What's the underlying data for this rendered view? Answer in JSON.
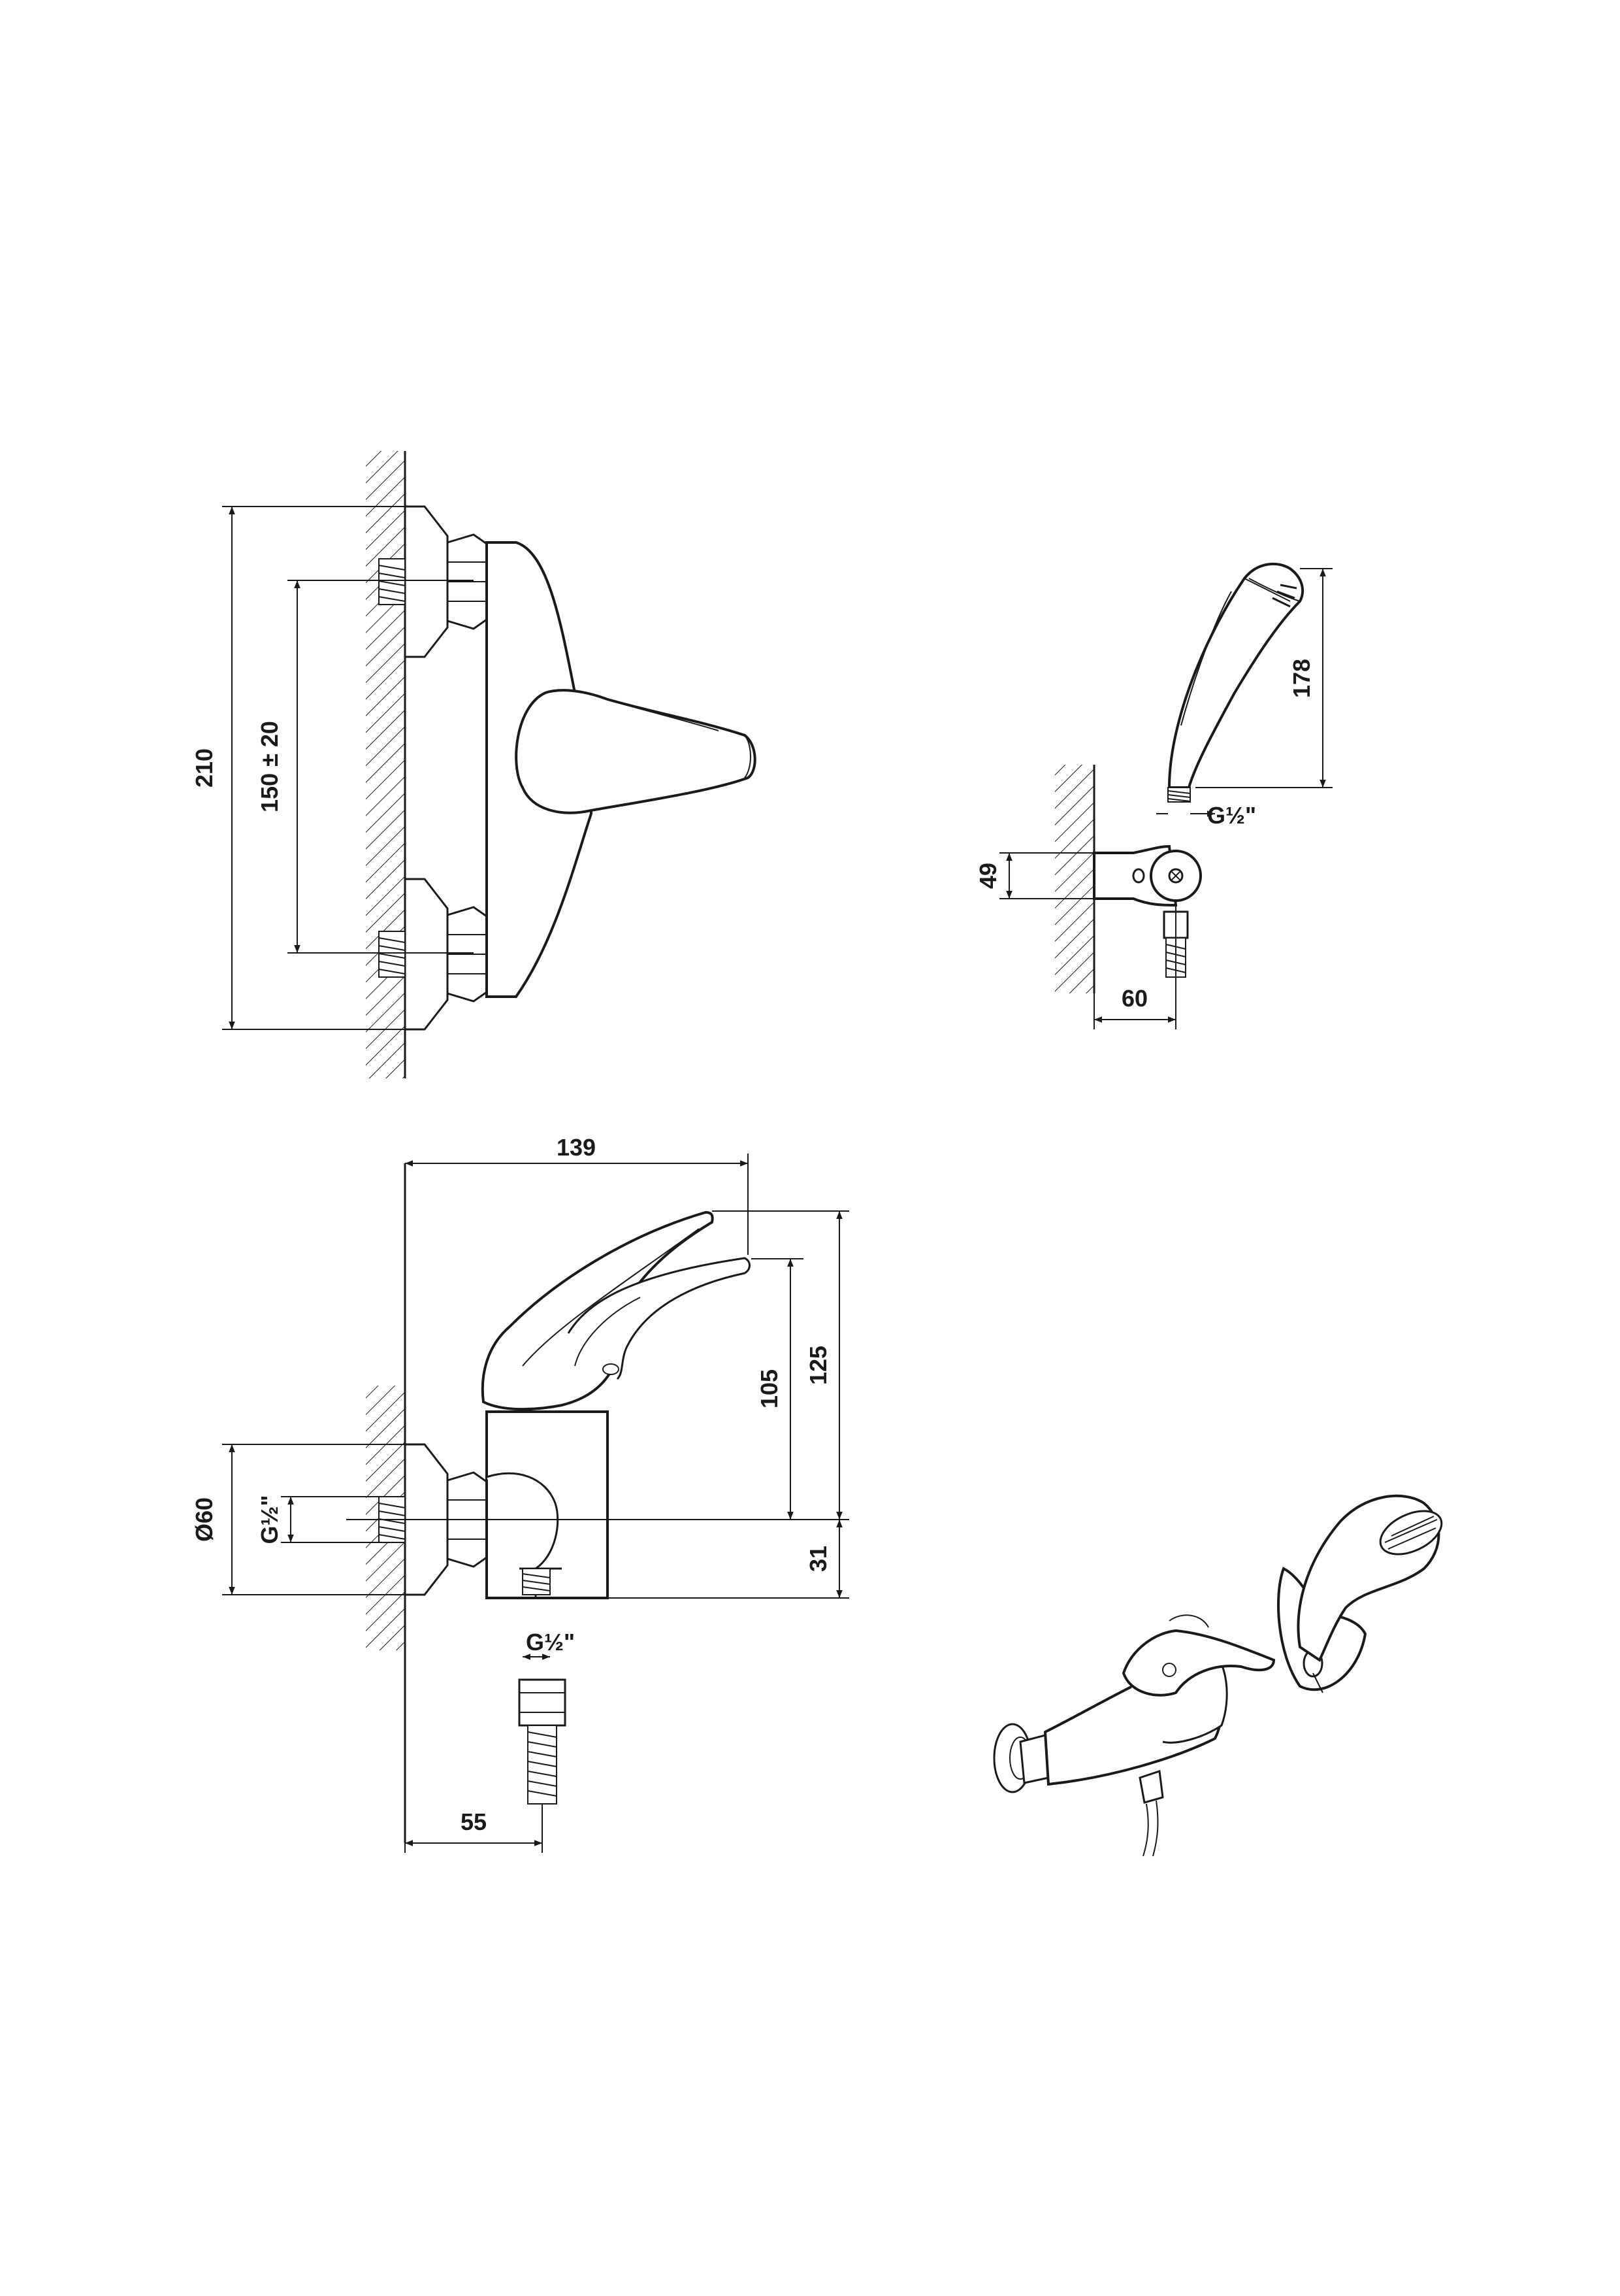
{
  "views": {
    "front": {
      "dim_total_height": "210",
      "dim_centers": "150 ± 20"
    },
    "shower": {
      "dim_height": "178",
      "dim_bracket": "49",
      "dim_depth": "60",
      "thread": "G½\""
    },
    "side": {
      "dim_length": "139",
      "dim_lever_height": "125",
      "dim_outlet_height": "105",
      "dim_outlet_below": "31",
      "dim_escutcheon": "Ø60",
      "thread_inlet": "G½\"",
      "thread_outlet": "G½\"",
      "dim_outlet_offset": "55"
    }
  },
  "icons": [
    "wall-hatch",
    "hex-nut",
    "thread",
    "lever-handle",
    "hand-shower",
    "wall-bracket",
    "hose",
    "isometric-faucet-set"
  ]
}
